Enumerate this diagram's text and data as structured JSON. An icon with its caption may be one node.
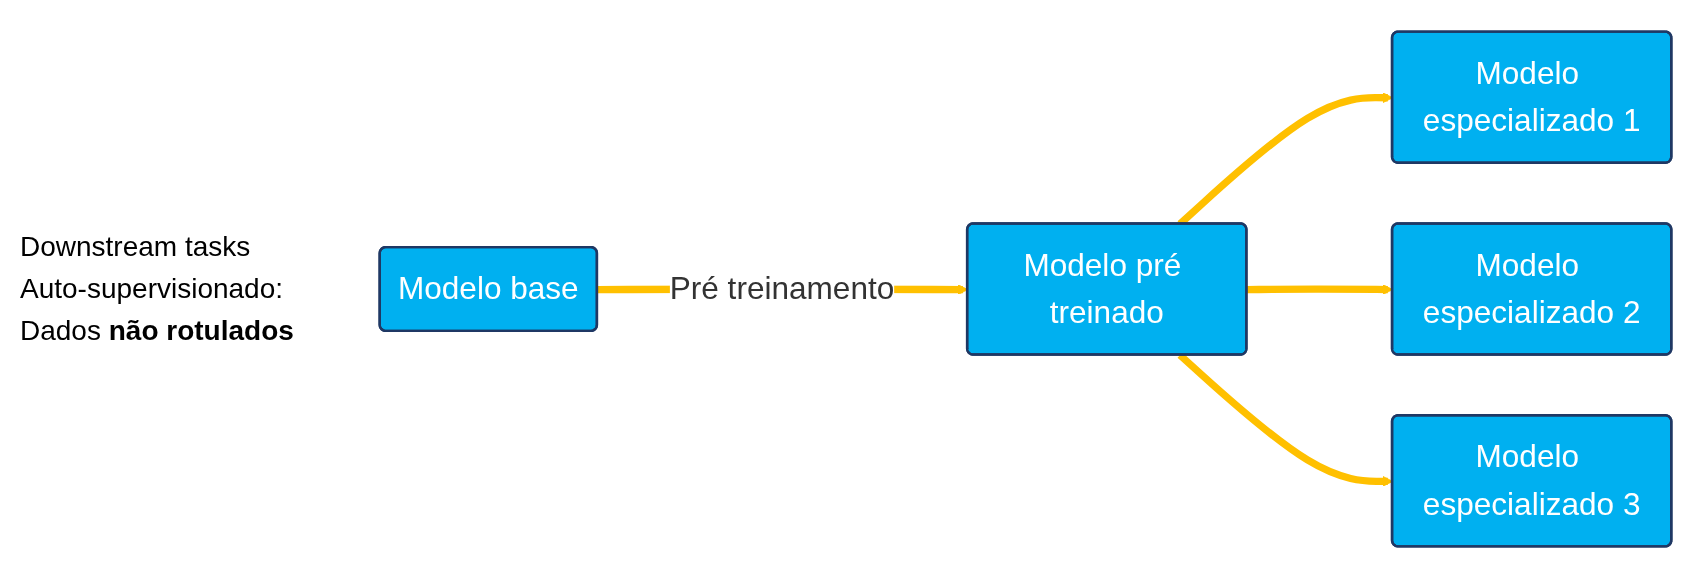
{
  "diagram": {
    "nodes": [
      {
        "text": [
          "Modelo base"
        ]
      },
      {
        "text": [
          "Modelo pré treinado"
        ]
      },
      {
        "text": [
          "Modelo especializado 1"
        ]
      },
      {
        "text": [
          "Modelo especializado 2"
        ]
      },
      {
        "text": [
          "Modelo especializado 3"
        ]
      }
    ],
    "edges": [
      {
        "from": 0,
        "to": 1,
        "arrow": "to",
        "label": "Pré treinamento"
      },
      {
        "from": 1,
        "to": 2,
        "arrow": "to"
      },
      {
        "from": 1,
        "to": 3,
        "arrow": "to"
      },
      {
        "from": 1,
        "to": 4,
        "arrow": "to"
      }
    ],
    "labels": [
      "Downstream tasks",
      "Auto-supervisionado:",
      "Dados **não rotulados**"
    ]
  }
}
